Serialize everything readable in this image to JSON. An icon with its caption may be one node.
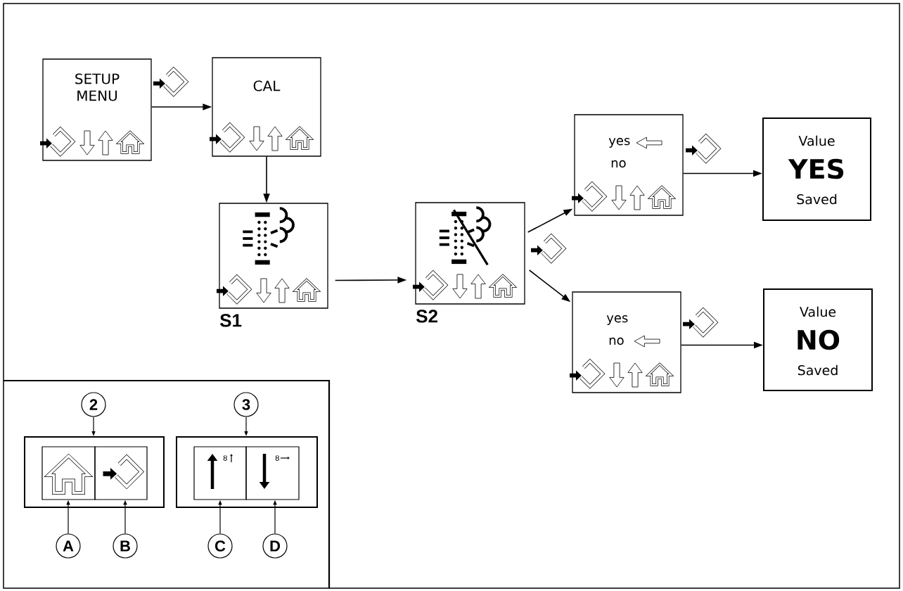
{
  "diagram": {
    "nodes": [
      {
        "text": [
          "SETUP MENU"
        ]
      },
      {
        "text": [
          "CAL"
        ]
      },
      {
        "text": [
          "S1"
        ]
      },
      {
        "text": [
          "S2"
        ]
      },
      {
        "text": [
          "yes",
          "no"
        ]
      },
      {
        "text": [
          "Value",
          "YES",
          "Saved"
        ]
      },
      {
        "text": [
          "yes",
          "no"
        ]
      },
      {
        "text": [
          "Value",
          "NO",
          "Saved"
        ]
      },
      {
        "text": [
          "2"
        ]
      },
      {
        "text": [],
        "shape": "box"
      },
      {
        "text": [],
        "shape": "box",
        "in": 9
      },
      {
        "text": [],
        "shape": "box",
        "in": 9
      },
      {
        "text": [
          "3"
        ]
      },
      {
        "text": [],
        "shape": "box"
      },
      {
        "text": [
          "8"
        ],
        "in": 13
      },
      {
        "text": [
          "8"
        ],
        "in": 13
      },
      {
        "text": [
          "A"
        ]
      },
      {
        "text": [
          "B"
        ]
      },
      {
        "text": [
          "C"
        ]
      },
      {
        "text": [
          "D"
        ]
      }
    ],
    "edges": [
      {
        "from": 0,
        "to": 1,
        "arrow": "to"
      },
      {
        "from": 1,
        "to": 2,
        "arrow": "to"
      },
      {
        "from": 2,
        "to": 3,
        "arrow": "to"
      },
      {
        "from": 3,
        "to": 4,
        "arrow": "to"
      },
      {
        "from": 3,
        "to": 6,
        "arrow": "to"
      },
      {
        "from": 4,
        "to": 5,
        "arrow": "to"
      },
      {
        "from": 6,
        "to": 7,
        "arrow": "to"
      },
      {
        "from": 8,
        "to": 9,
        "arrow": "to"
      },
      {
        "from": 12,
        "to": 13,
        "arrow": "to"
      },
      {
        "from": 16,
        "to": 10,
        "arrow": "to"
      },
      {
        "from": 17,
        "to": 11,
        "arrow": "to"
      },
      {
        "from": 18,
        "to": 14,
        "arrow": "to"
      },
      {
        "from": 19,
        "to": 15,
        "arrow": "to"
      }
    ]
  }
}
